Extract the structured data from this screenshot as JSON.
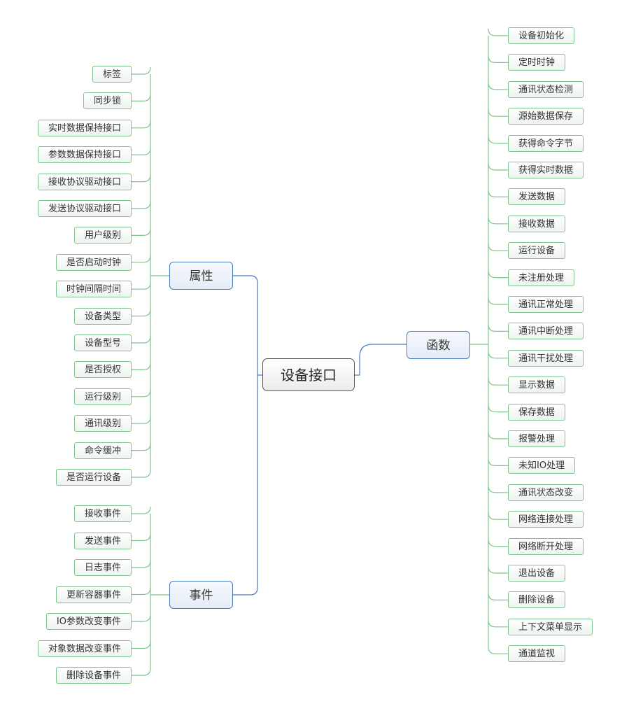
{
  "root": {
    "label": "设备接口"
  },
  "branches": {
    "properties": {
      "label": "属性",
      "items": [
        "标签",
        "同步锁",
        "实时数据保持接口",
        "参数数据保持接口",
        "接收协议驱动接口",
        "发送协议驱动接口",
        "用户级别",
        "是否启动时钟",
        "时钟间隔时间",
        "设备类型",
        "设备型号",
        "是否授权",
        "运行级别",
        "通讯级别",
        "命令缓冲",
        "是否运行设备"
      ]
    },
    "events": {
      "label": "事件",
      "items": [
        "接收事件",
        "发送事件",
        "日志事件",
        "更新容器事件",
        "IO参数改变事件",
        "对象数据改变事件",
        "删除设备事件"
      ]
    },
    "functions": {
      "label": "函数",
      "items": [
        "设备初始化",
        "定时时钟",
        "通讯状态检测",
        "源始数据保存",
        "获得命令字节",
        "获得实时数据",
        "发送数据",
        "接收数据",
        "运行设备",
        "未注册处理",
        "通讯正常处理",
        "通讯中断处理",
        "通讯干扰处理",
        "显示数据",
        "保存数据",
        "报警处理",
        "未知IO处理",
        "通讯状态改变",
        "网络连接处理",
        "网络断开处理",
        "退出设备",
        "删除设备",
        "上下文菜单显示",
        "通道监视"
      ]
    }
  },
  "colors": {
    "leaf_line": "#7fc48f",
    "branch_line": "#4a7cbf",
    "root_border": "#555555"
  }
}
